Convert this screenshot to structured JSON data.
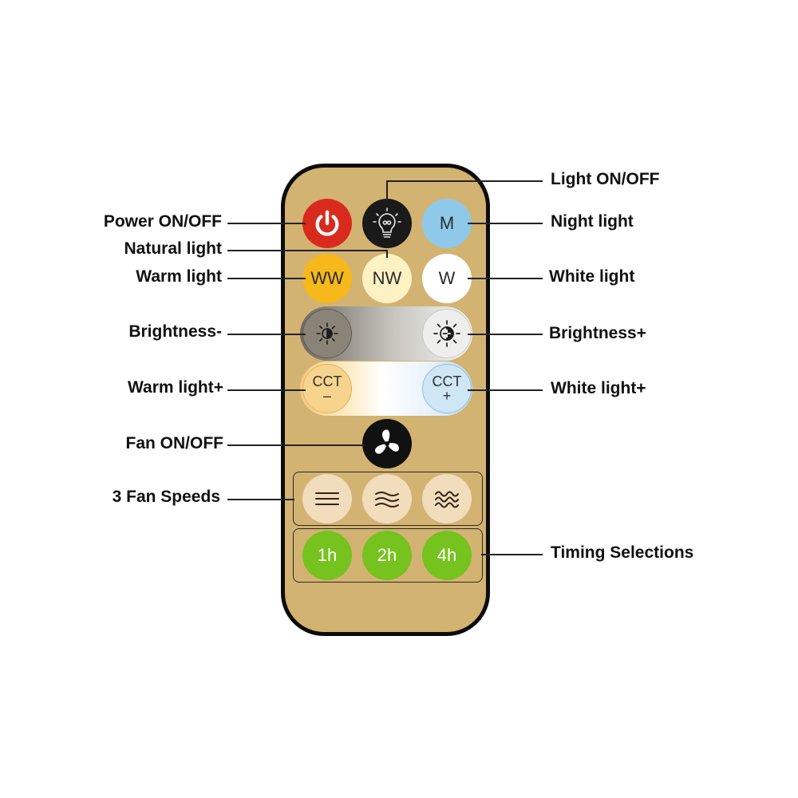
{
  "buttons": {
    "power": {
      "icon": "power-icon",
      "color": "#d92b1d"
    },
    "light": {
      "icon": "bulb-icon",
      "color": "#1a1a1a"
    },
    "night": {
      "label": "M",
      "color": "#8ec9ea"
    },
    "warm": {
      "label": "WW",
      "color": "#f6b81a"
    },
    "natural": {
      "label": "NW",
      "color": "#fdf2c4"
    },
    "white": {
      "label": "W",
      "color": "#ffffff"
    },
    "bright_minus": {
      "icon": "brightness-down-icon",
      "color": "#8a8478"
    },
    "bright_plus": {
      "icon": "brightness-up-icon",
      "color": "#eeeeec"
    },
    "cct_minus": {
      "line1": "CCT",
      "line2": "–",
      "color": "#f7d48e"
    },
    "cct_plus": {
      "line1": "CCT",
      "line2": "+",
      "color": "#cfe6f5"
    },
    "fan": {
      "icon": "fan-icon",
      "color": "#111111"
    },
    "speed_1": {
      "icon": "speed-low-icon",
      "color": "#f1dcbc"
    },
    "speed_2": {
      "icon": "speed-medium-icon",
      "color": "#f1dcbc"
    },
    "speed_3": {
      "icon": "speed-high-icon",
      "color": "#f1dcbc"
    },
    "timer_1": {
      "label": "1h",
      "color": "#76c21f"
    },
    "timer_2": {
      "label": "2h",
      "color": "#76c21f"
    },
    "timer_3": {
      "label": "4h",
      "color": "#76c21f"
    }
  },
  "labels": {
    "power": "Power ON/OFF",
    "light": "Light ON/OFF",
    "night": "Night light",
    "natural": "Natural light",
    "warm": "Warm light",
    "white": "White light",
    "bright_minus": "Brightness-",
    "bright_plus": "Brightness+",
    "warm_plus": "Warm light+",
    "white_plus": "White light+",
    "fan": "Fan ON/OFF",
    "fan_speeds": "3 Fan Speeds",
    "timing": "Timing Selections"
  }
}
